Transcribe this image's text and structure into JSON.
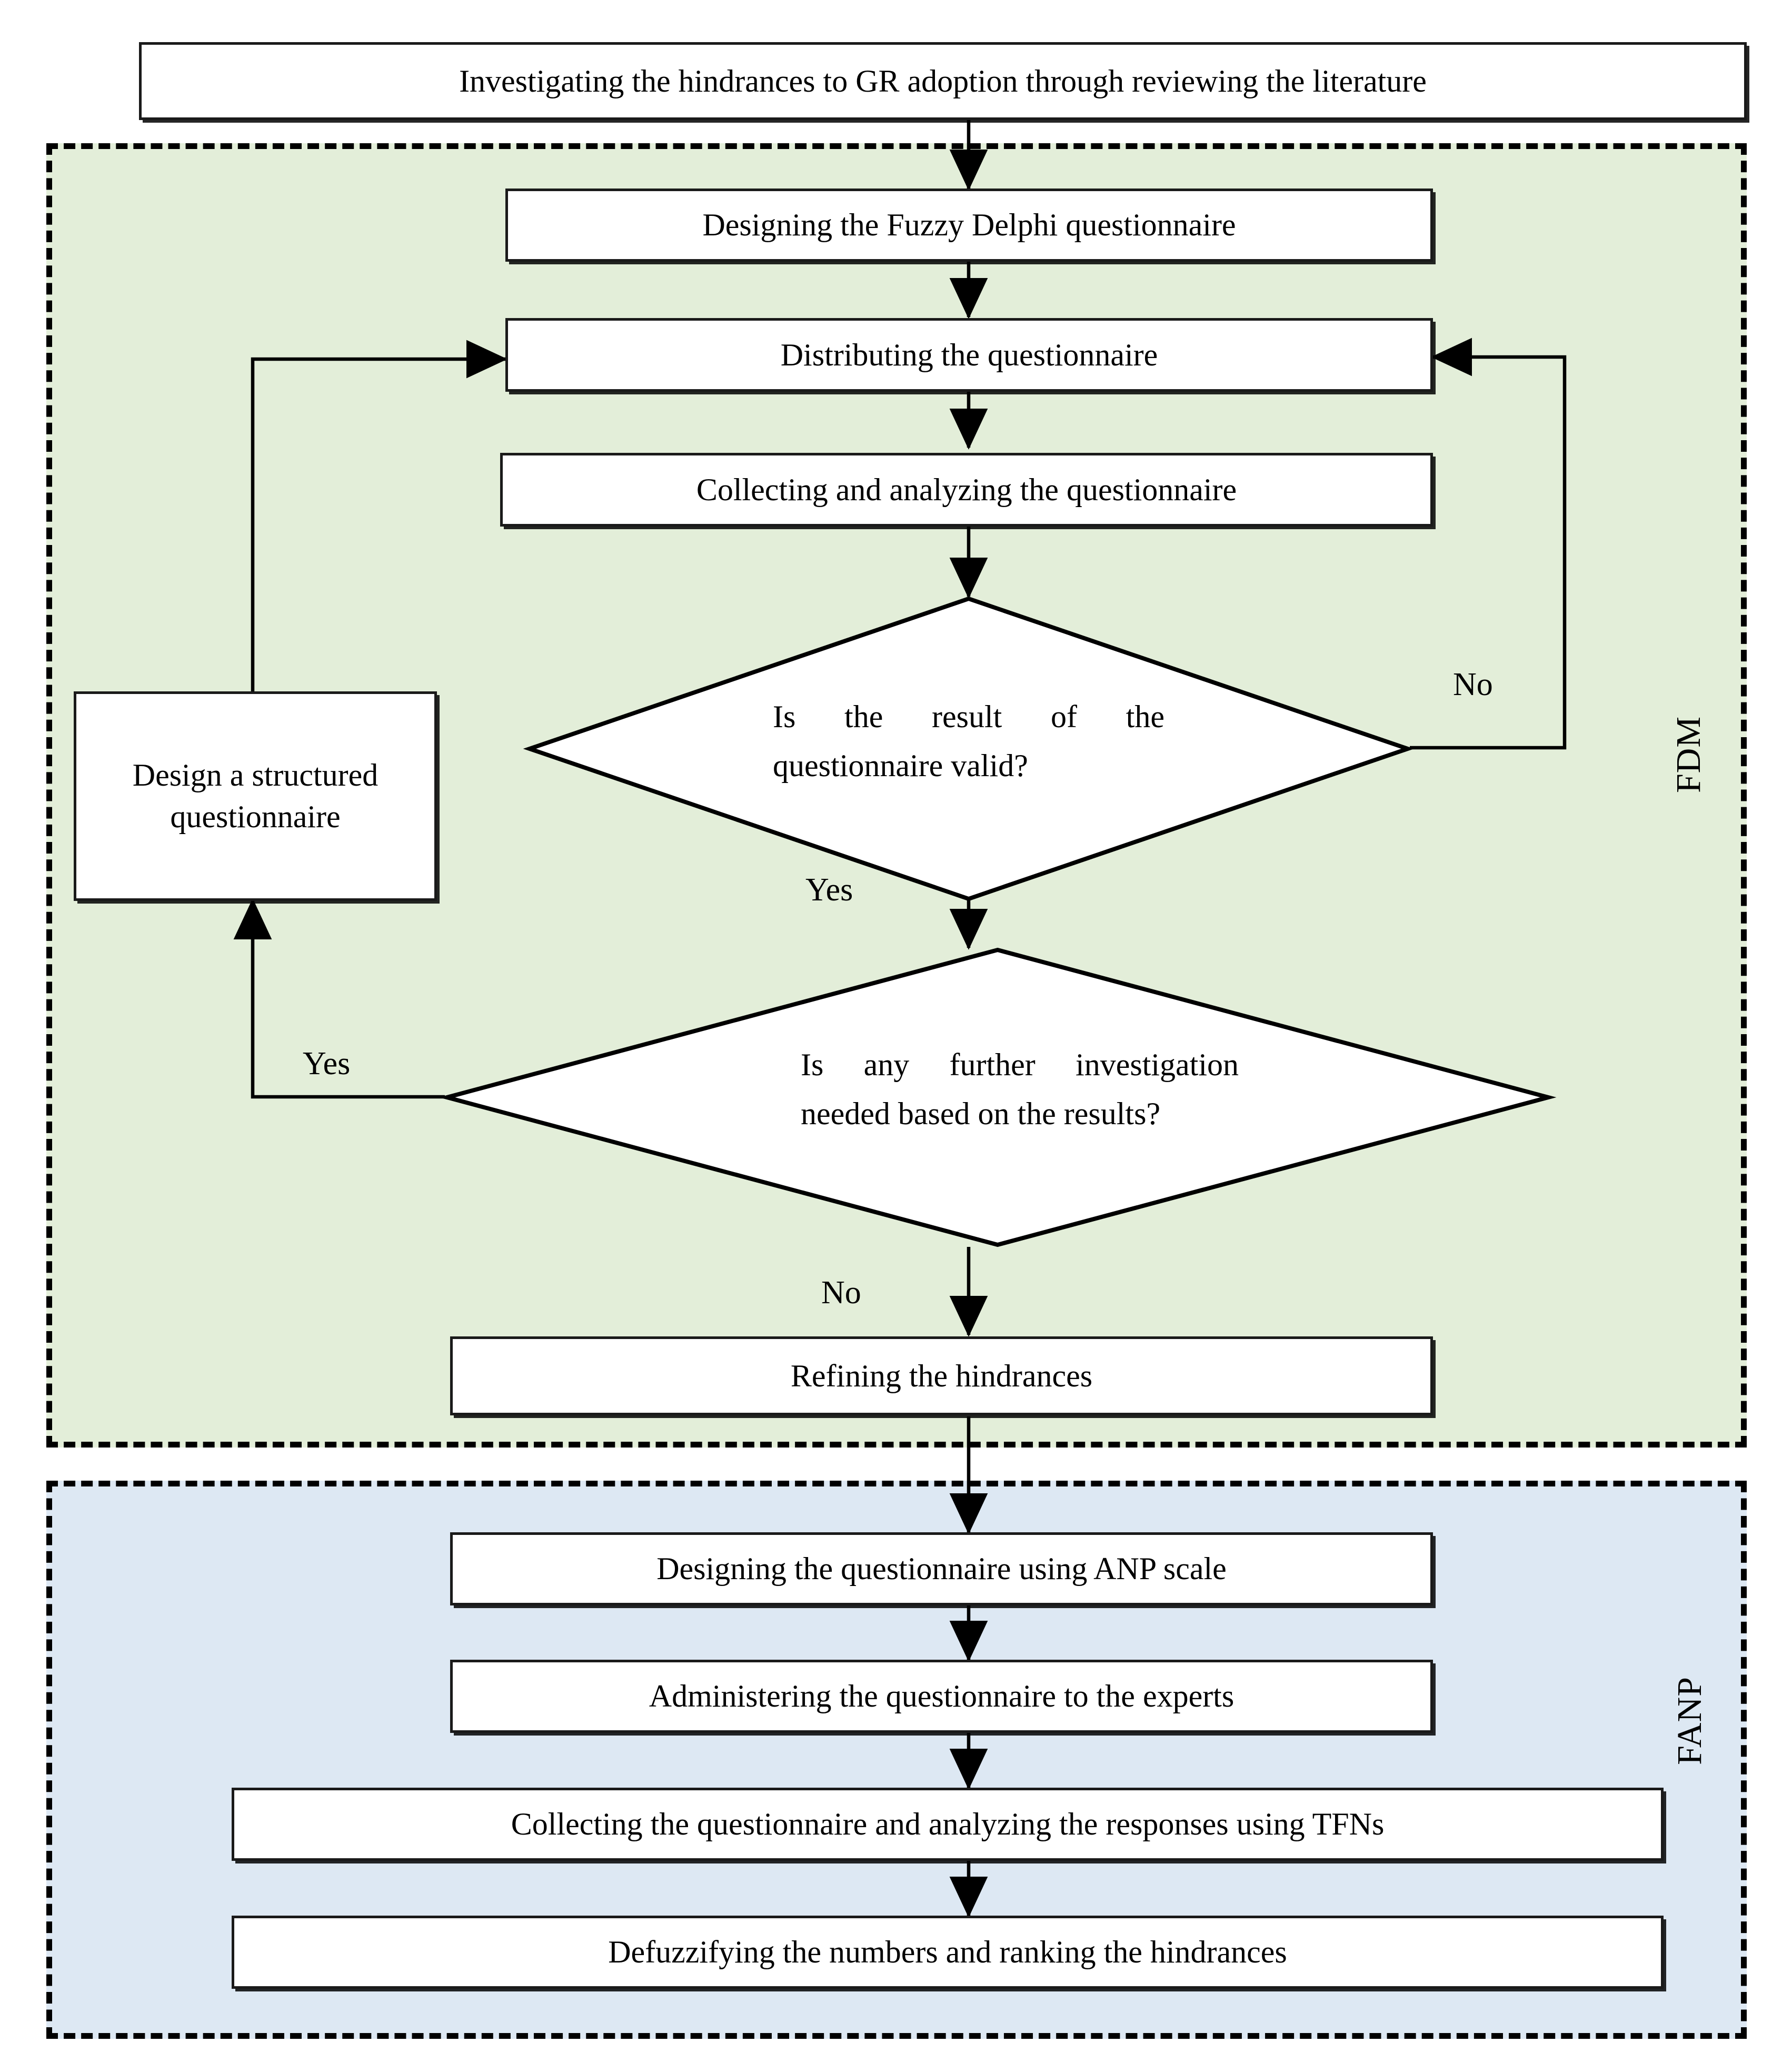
{
  "diagram": {
    "title_box": {
      "label": "Investigating the hindrances to GR adoption through reviewing the literature"
    },
    "regions": [
      {
        "id": "fdm",
        "label": "FDM",
        "color": "#e3eed9"
      },
      {
        "id": "fanp",
        "label": "FANP",
        "color": "#dde8f3"
      }
    ],
    "fdm_nodes": [
      {
        "id": "design-fd-questionnaire",
        "type": "process",
        "label": "Designing the Fuzzy Delphi questionnaire"
      },
      {
        "id": "distribute-questionnaire",
        "type": "process",
        "label": "Distributing the questionnaire"
      },
      {
        "id": "collect-analyze",
        "type": "process",
        "label": "Collecting and analyzing the questionnaire"
      },
      {
        "id": "design-structured",
        "type": "process",
        "label": "Design a structured questionnaire"
      },
      {
        "id": "decision-valid",
        "type": "decision",
        "label": "Is the result of the questionnaire valid?"
      },
      {
        "id": "decision-further",
        "type": "decision",
        "label": "Is any further investigation needed based on the results?"
      },
      {
        "id": "refining-hindrances",
        "type": "process",
        "label": "Refining the hindrances"
      }
    ],
    "fanp_nodes": [
      {
        "id": "design-anp",
        "type": "process",
        "label": "Designing the questionnaire using ANP scale"
      },
      {
        "id": "administer-questionnaire",
        "type": "process",
        "label": "Administering the questionnaire to the experts"
      },
      {
        "id": "collect-tfn",
        "type": "process",
        "label": "Collecting the questionnaire and analyzing the responses using TFNs"
      },
      {
        "id": "defuzzify-rank",
        "type": "process",
        "label": "Defuzzifying the numbers and ranking the hindrances"
      }
    ],
    "edge_labels": {
      "valid_no": "No",
      "valid_yes": "Yes",
      "further_yes": "Yes",
      "further_no": "No"
    }
  }
}
